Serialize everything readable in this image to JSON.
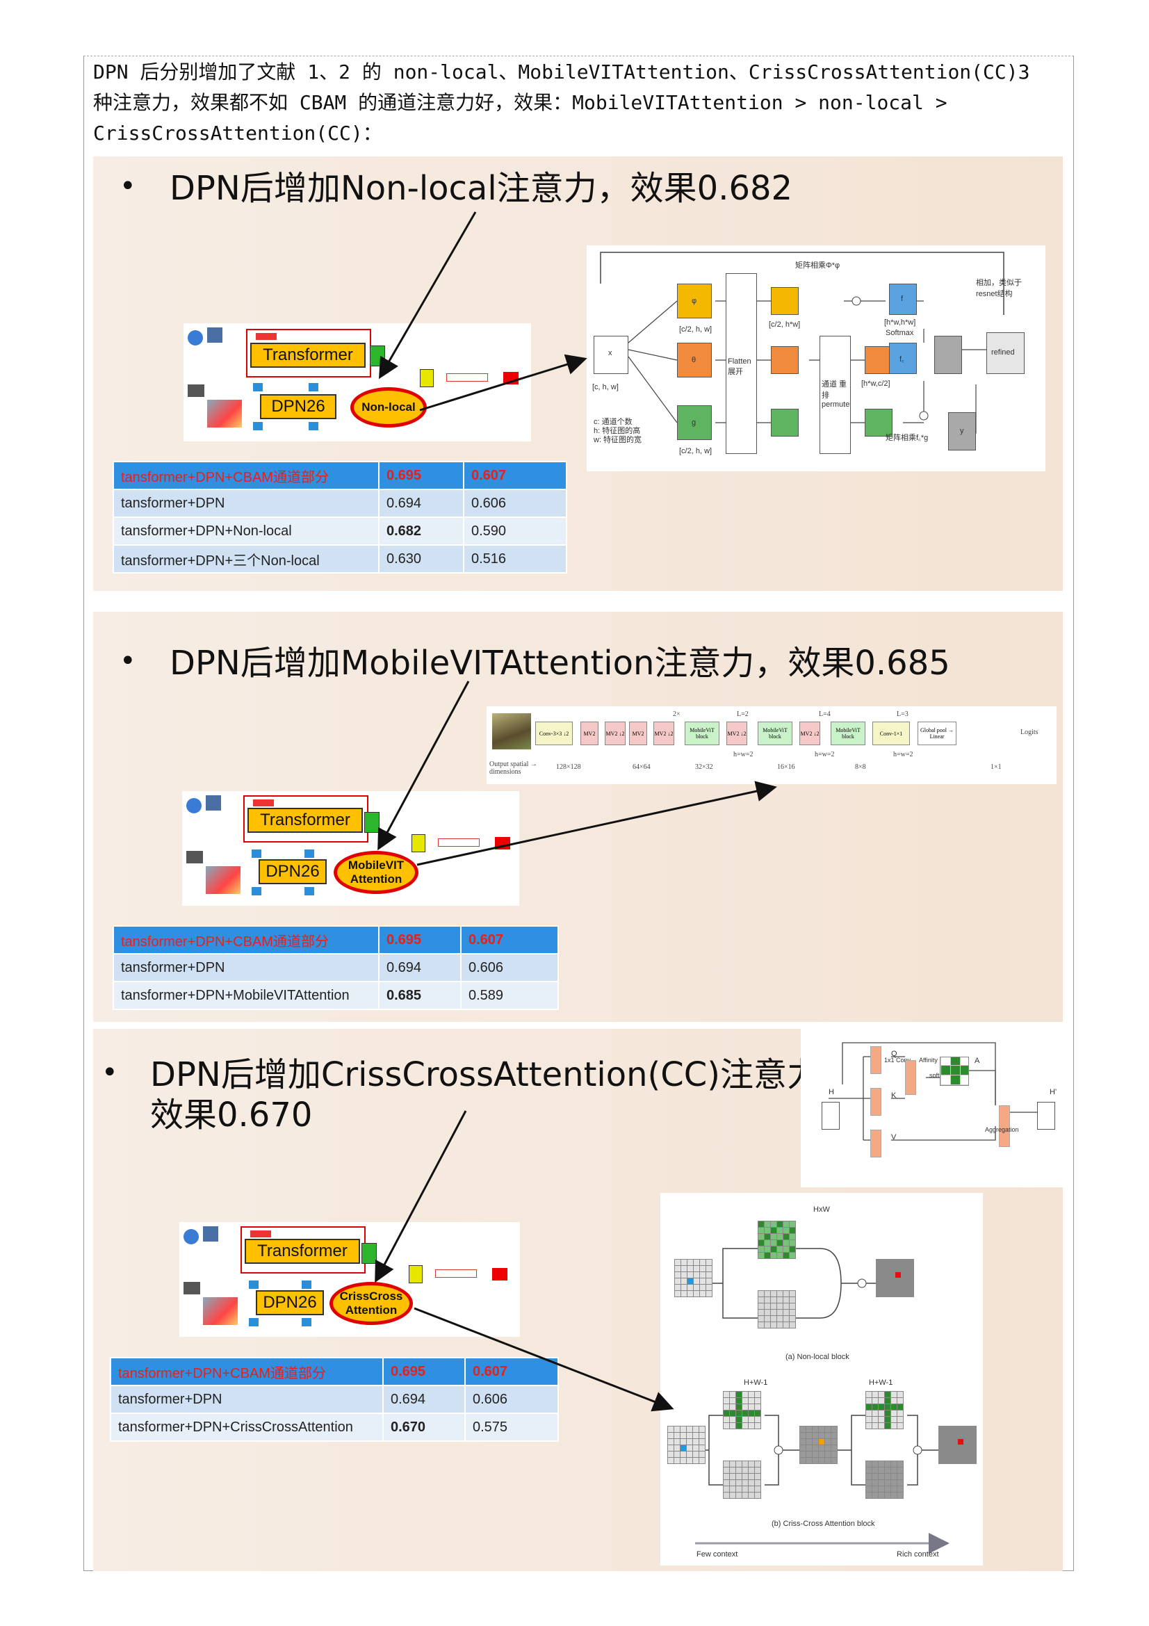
{
  "intro": {
    "line1": "DPN 后分别增加了文献 1、2 的 non-local、MobileVITAttention、CrissCrossAttention(CC)3",
    "line2": "种注意力，效果都不如 CBAM 的通道注意力好，效果：MobileVITAttention > non-local >",
    "line3": "CrissCrossAttention(CC)："
  },
  "sections": [
    {
      "title": "DPN后增加Non-local注意力，效果0.682",
      "module_label": "Non-local",
      "table": [
        [
          "tansformer+DPN+CBAM通道部分",
          "0.695",
          "0.607"
        ],
        [
          "tansformer+DPN",
          "0.694",
          "0.606"
        ],
        [
          "tansformer+DPN+Non-local",
          "0.682",
          "0.590"
        ],
        [
          "tansformer+DPN+三个Non-local",
          "0.630",
          "0.516"
        ]
      ]
    },
    {
      "title": "DPN后增加MobileVITAttention注意力，效果0.685",
      "module_label_1": "MobileVIT",
      "module_label_2": "Attention",
      "table": [
        [
          "tansformer+DPN+CBAM通道部分",
          "0.695",
          "0.607"
        ],
        [
          "tansformer+DPN",
          "0.694",
          "0.606"
        ],
        [
          "tansformer+DPN+MobileVITAttention",
          "0.685",
          "0.589"
        ]
      ]
    },
    {
      "title_1": "DPN后增加CrissCrossAttention(CC)注意力",
      "title_2": "效果0.670",
      "module_label_1": "CrissCross",
      "module_label_2": "Attention",
      "table": [
        [
          "tansformer+DPN+CBAM通道部分",
          "0.695",
          "0.607"
        ],
        [
          "tansformer+DPN",
          "0.694",
          "0.606"
        ],
        [
          "tansformer+DPN+CrissCrossAttention",
          "0.670",
          "0.575"
        ]
      ]
    }
  ],
  "arch": {
    "transformer": "Transformer",
    "dpn": "DPN26"
  },
  "nonlocal_diagram": {
    "x": "x",
    "phi": "φ",
    "theta": "θ",
    "g": "g",
    "f": "f",
    "fc": "f꜀",
    "y": "y",
    "refined": "refined",
    "flatten": "Flatten 展开",
    "permute": "通道 重排 permute",
    "dims_x": "[c, h, w]",
    "dims_c2": "[c/2, h, w]",
    "dims_c2hw": "[c/2, h*w]",
    "dims_hwc2": "[h*w,c/2]",
    "dims_hwhw": "[h*w,h*w]",
    "softmax": "Softmax",
    "matmul_top": "矩阵相乘Φ*φ",
    "matmul_bot": "矩阵相乘f꜀*g",
    "note": "相加，类似于resnet结构",
    "legend_1": "c: 通道个数",
    "legend_2": "h: 特征图的高",
    "legend_3": "w: 特征图的宽"
  },
  "mobilevit_diagram": {
    "blocks": [
      "Conv-3×3 ↓2",
      "MV2",
      "MV2 ↓2",
      "MV2",
      "MV2 ↓2",
      "MobileViT block",
      "MV2 ↓2",
      "MobileViT block",
      "MV2 ↓2",
      "MobileViT block",
      "Conv-1×1",
      "Global pool → Linear"
    ],
    "logits": "Logits",
    "dims_label": "Output spatial → dimensions",
    "dims": [
      "128×128",
      "64×64",
      "32×32",
      "16×16",
      "8×8",
      "1×1"
    ],
    "L": [
      "L=2",
      "L=4",
      "L=3"
    ],
    "hw": [
      "h=w=2",
      "h=w=2",
      "h=w=2"
    ],
    "rep": "2×"
  },
  "cc_diagram_top": {
    "H": "H",
    "Hp": "H'",
    "conv": "1x1 Conv",
    "affinity": "Affinity",
    "softmax": "softmax",
    "A": "A",
    "Q": "Q",
    "K": "K",
    "V": "V",
    "agg": "Aggregation"
  },
  "cc_diagram_bottom": {
    "hxw": "HxW",
    "caption_a": "(a) Non-local block",
    "hw1": "H+W-1",
    "caption_b": "(b) Criss-Cross Attention block",
    "few": "Few context",
    "rich": "Rich context"
  },
  "colors": {
    "blue_header": "#2f8fe0",
    "red_text": "#e8201a",
    "orange": "#ffc000",
    "red_border": "#e00000"
  }
}
